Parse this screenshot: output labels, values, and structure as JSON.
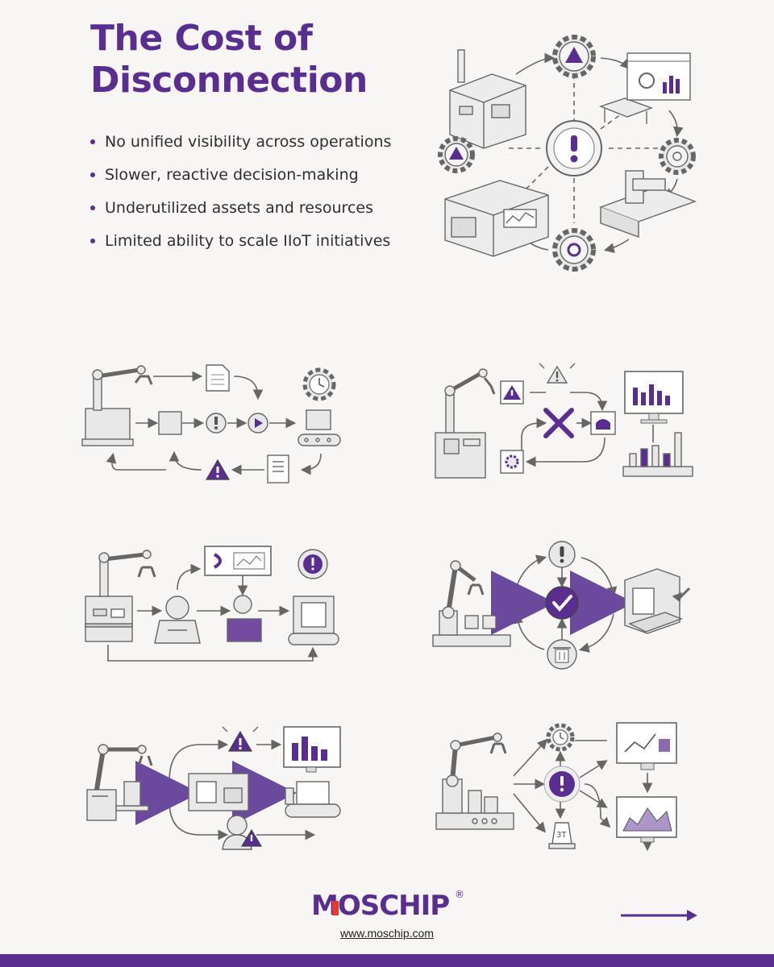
{
  "header": {
    "title_line1": "The Cost of",
    "title_line2": "Disconnection"
  },
  "bullets": [
    "No unified visibility across operations",
    "Slower, reactive decision-making",
    "Underutilized assets and resources",
    "Limited ability to scale IIoT initiatives"
  ],
  "colors": {
    "brand_purple": "#5a2d91",
    "accent_red": "#e23a2c",
    "ink": "#555555",
    "background": "#f7f6f4"
  },
  "footer": {
    "logo_text": "MOSCHIP",
    "logo_registered": "®",
    "url": "www.moschip.com",
    "next_icon": "arrow-right-icon"
  },
  "illustrations": {
    "panel6_label": "3T"
  }
}
